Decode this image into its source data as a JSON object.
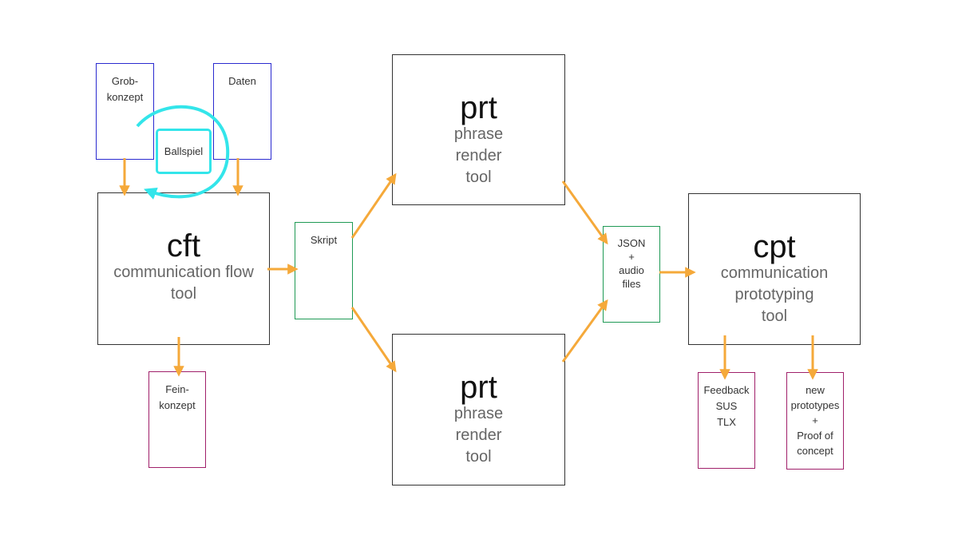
{
  "colors": {
    "arrow": "#f5a93a",
    "cycle": "#33e5ea",
    "input_border": "#2a2ad0",
    "script_border": "#1f9a55",
    "output_border": "#a0206a"
  },
  "inputs": {
    "grobkonzept": [
      "Grob-",
      "konzept"
    ],
    "daten": [
      "Daten"
    ],
    "ballspiel": "Ballspiel"
  },
  "cft": {
    "abbr": "cft",
    "desc": [
      "communication flow",
      "tool"
    ]
  },
  "feinkonzept": [
    "Fein-",
    "konzept"
  ],
  "skript": "Skript",
  "prt_top": {
    "abbr": "prt",
    "desc": [
      "phrase",
      "render",
      "tool"
    ]
  },
  "prt_bottom": {
    "abbr": "prt",
    "desc": [
      "phrase",
      "render",
      "tool"
    ]
  },
  "json": [
    "JSON",
    "+",
    "audio",
    "files"
  ],
  "cpt": {
    "abbr": "cpt",
    "desc": [
      "communication",
      "prototyping",
      "tool"
    ]
  },
  "feedback": [
    "Feedback",
    "SUS",
    "TLX"
  ],
  "new_prototypes": [
    "new",
    "prototypes",
    "+",
    "Proof of",
    "concept"
  ]
}
